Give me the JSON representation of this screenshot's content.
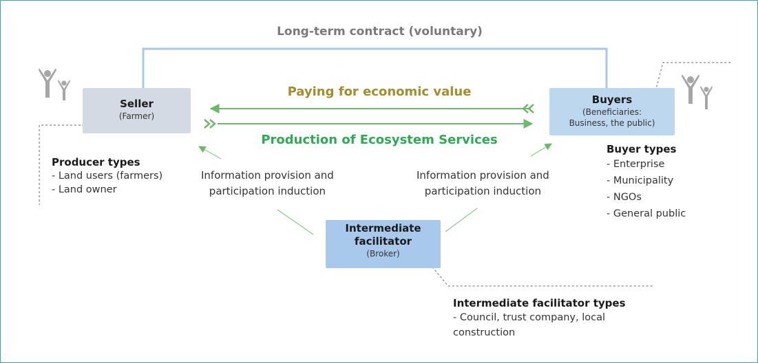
{
  "contract_label": "Long-term contract (voluntary)",
  "paying_label": "Paying for economic value",
  "production_label": "Production of Ecosystem Services",
  "seller": {
    "title": "Seller",
    "subtitle": "(Farmer)"
  },
  "buyers": {
    "title": "Buyers",
    "subtitle_lines": [
      "(Beneficiaries:",
      "Business, the public)"
    ]
  },
  "broker": {
    "title_lines": [
      "Intermediate",
      "facilitator"
    ],
    "subtitle": "(Broker)"
  },
  "info_left_lines": [
    "Information provision and",
    "participation induction"
  ],
  "info_right_lines": [
    "Information provision and",
    "participation induction"
  ],
  "producer_types": {
    "heading": "Producer types",
    "items": [
      "- Land users (farmers)",
      "- Land owner"
    ]
  },
  "buyer_types": {
    "heading": "Buyer types",
    "items": [
      "- Enterprise",
      "- Municipality",
      "- NGOs",
      "- General public"
    ]
  },
  "facilitator_types": {
    "heading": "Intermediate facilitator types",
    "items": [
      "- Council, trust company, local",
      "construction"
    ]
  },
  "colors": {
    "frame": "#3aa6a6",
    "contract_line": "#a9c9e8",
    "paying_text": "#a58c2c",
    "production_text": "#2eaa56",
    "arrow_green": "#6cb86c",
    "seller_box": "#d4dae4",
    "buyers_box": "#bdd7ee",
    "broker_box": "#a9c9ec",
    "person_icon": "#a6a6a6"
  },
  "icons": [
    "people-icon",
    "people-icon",
    "double-chevron-left-icon",
    "double-chevron-right-icon"
  ]
}
